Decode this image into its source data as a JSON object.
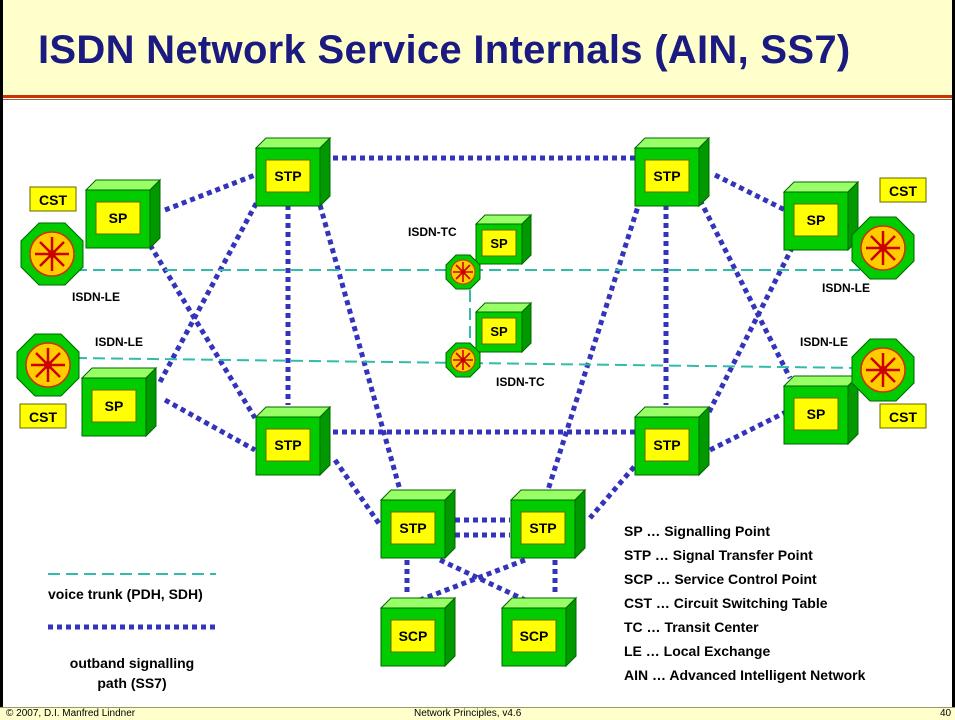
{
  "title": "ISDN Network Service Internals (AIN, SS7)",
  "node_labels": {
    "sp": "SP",
    "stp": "STP",
    "scp": "SCP",
    "cst": "CST",
    "isdn_le": "ISDN-LE",
    "isdn_tc": "ISDN-TC"
  },
  "legend": {
    "voice_trunk": "voice trunk (PDH, SDH)",
    "signalling_line1": "outband signalling",
    "signalling_line2": "path (SS7)"
  },
  "abbreviations": [
    "SP … Signalling Point",
    "STP … Signal Transfer Point",
    "SCP … Service Control Point",
    "CST … Circuit Switching Table",
    "TC … Transit Center",
    "LE … Local Exchange",
    "AIN … Advanced Intelligent Network"
  ],
  "footer": {
    "copyright": "© 2007, D.I. Manfred Lindner",
    "course": "Network Principles, v4.6",
    "page": "40"
  },
  "colors": {
    "title_bg": "#ffffcc",
    "title_text": "#1a1a80",
    "node_green": "#00cc00",
    "node_label_bg": "#ffff00",
    "signalling": "#3333bb",
    "voice_trunk": "#33bbaa",
    "switch_fill": "#ff6600"
  }
}
